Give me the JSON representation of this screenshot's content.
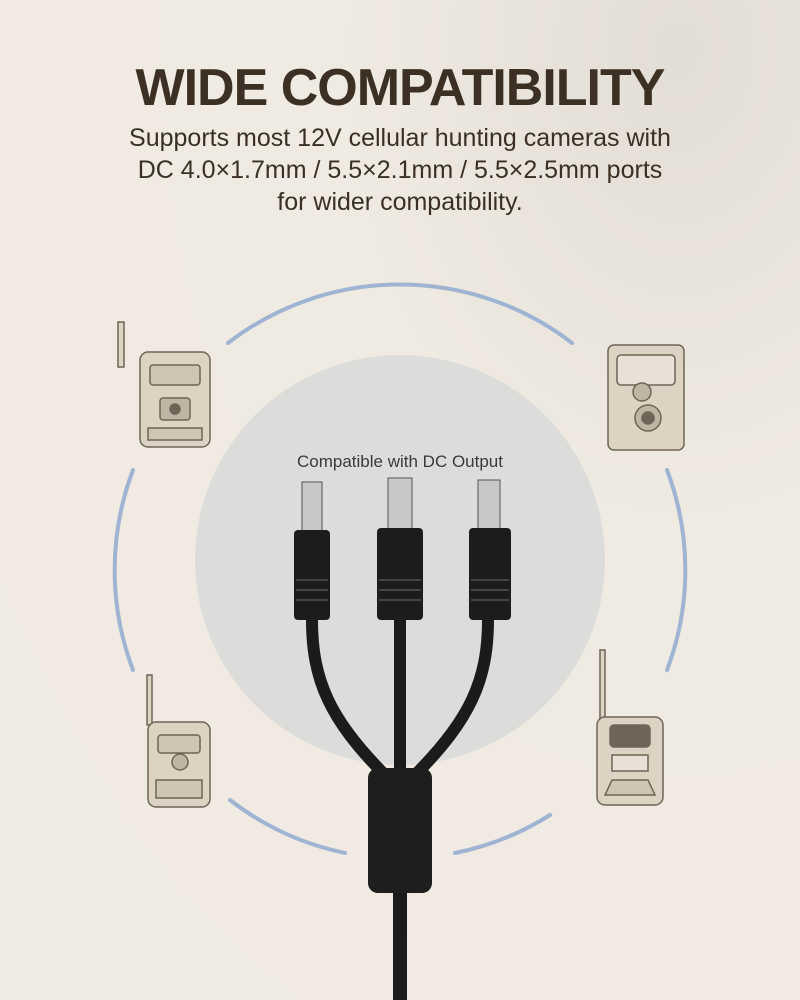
{
  "heading": "WIDE COMPATIBILITY",
  "description": {
    "line1": "Supports most 12V cellular hunting cameras with",
    "line2": "DC 4.0×1.7mm / 5.5×2.1mm / 5.5×2.5mm ports",
    "line3": "for wider compatibility."
  },
  "center_label": "Compatible with DC Output",
  "colors": {
    "text": "#3b3023",
    "ring": "#9fb4d2",
    "circle": "#dcdcdc",
    "cable": "#1a1a1a",
    "camera": "#d8cfbf"
  }
}
